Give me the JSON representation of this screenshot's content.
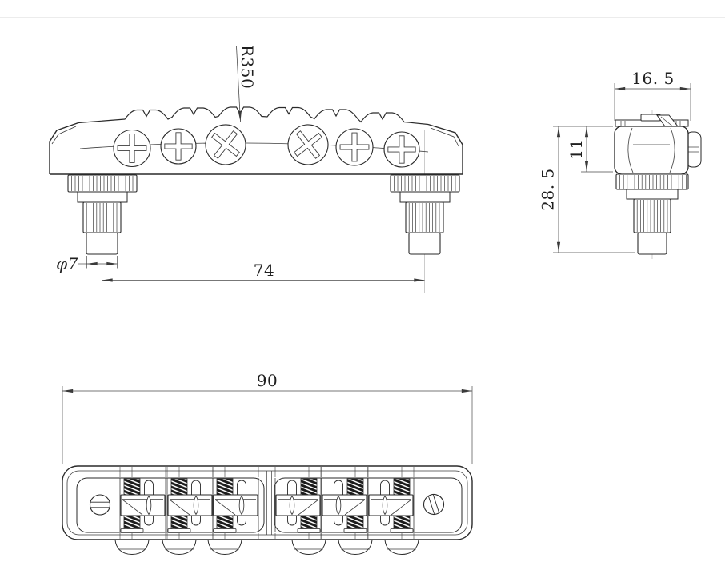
{
  "drawing": {
    "dimensions": {
      "radius": "R350",
      "post_diameter": "φ7",
      "post_spacing": "74",
      "saddle_width": "16. 5",
      "body_height": "11",
      "overall_height": "28. 5",
      "overall_length": "90"
    },
    "colors": {
      "background": "#ffffff",
      "outline": "#2a2a2a",
      "detail": "#3c3c3c",
      "dimension": "#4a4a4a",
      "centerline": "#a9a9a9",
      "spring_fill": "#1b1b1b"
    }
  }
}
